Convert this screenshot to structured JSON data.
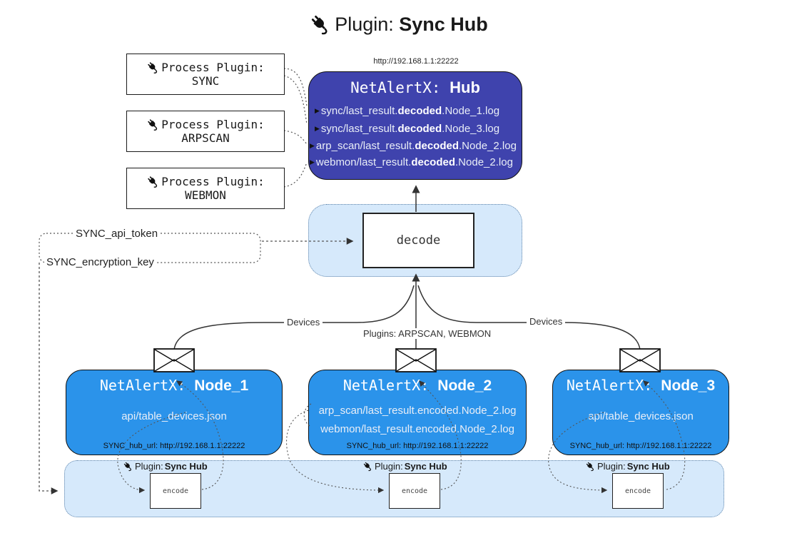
{
  "title": {
    "icon": "plug-icon",
    "prefix": "Plugin: ",
    "bold": "Sync Hub"
  },
  "process_plugins": [
    {
      "label": "Process Plugin:",
      "name": "SYNC"
    },
    {
      "label": "Process Plugin:",
      "name": "ARPSCAN"
    },
    {
      "label": "Process Plugin:",
      "name": "WEBMON"
    }
  ],
  "hub": {
    "url": "http://192.168.1.1:22222",
    "title_prefix": "NetAlertX: ",
    "title_bold": "Hub",
    "arrow_glyph": "▶",
    "lines": [
      {
        "pre": "sync/last_result.",
        "bold": "decoded",
        "post": ".Node_1.log"
      },
      {
        "pre": "sync/last_result.",
        "bold": "decoded",
        "post": ".Node_3.log"
      },
      {
        "pre": "arp_scan/last_result.",
        "bold": "decoded",
        "post": ".Node_2.log"
      },
      {
        "pre": "webmon/last_result.",
        "bold": "decoded",
        "post": ".Node_2.log"
      }
    ]
  },
  "decode": {
    "label": "decode"
  },
  "config": {
    "api_token": "SYNC_api_token",
    "encryption_key": "SYNC_encryption_key"
  },
  "edges": {
    "left_devices": "Devices",
    "center_plugins": "Plugins: ARPSCAN, WEBMON",
    "right_devices": "Devices"
  },
  "nodes": [
    {
      "title_prefix": "NetAlertX: ",
      "title_bold": "Node_1",
      "lines": [
        "api/table_devices.json"
      ],
      "footer": "SYNC_hub_url: http://192.168.1.1:22222"
    },
    {
      "title_prefix": "NetAlertX: ",
      "title_bold": "Node_2",
      "lines": [
        "arp_scan/last_result.encoded.Node_2.log",
        "webmon/last_result.encoded.Node_2.log"
      ],
      "footer": "SYNC_hub_url: http://192.168.1.1:22222"
    },
    {
      "title_prefix": "NetAlertX: ",
      "title_bold": "Node_3",
      "lines": [
        "api/table_devices.json"
      ],
      "footer": "SYNC_hub_url: http://192.168.1.1:22222"
    }
  ],
  "encoders": [
    {
      "plugin_prefix": "Plugin: ",
      "plugin_bold": "Sync Hub",
      "box": "encode"
    },
    {
      "plugin_prefix": "Plugin: ",
      "plugin_bold": "Sync Hub",
      "box": "encode"
    },
    {
      "plugin_prefix": "Plugin: ",
      "plugin_bold": "Sync Hub",
      "box": "encode"
    }
  ],
  "colors": {
    "hub_fill": "#3f43ad",
    "node_fill": "#2b93ea",
    "panel_fill": "#d6e9fb",
    "text_light": "#e9eef7",
    "line_dark": "#333333",
    "dotted_line": "#555555"
  }
}
